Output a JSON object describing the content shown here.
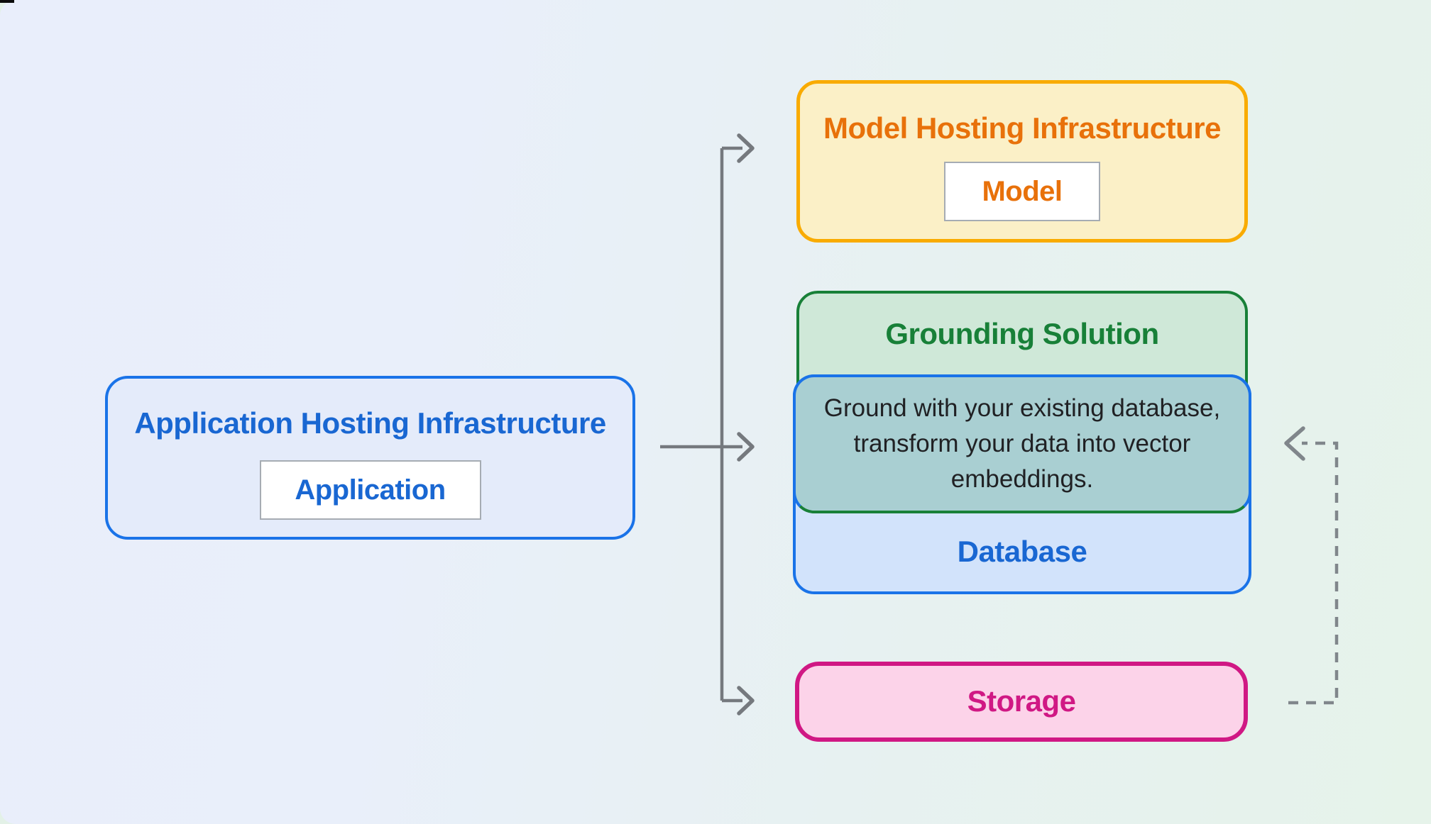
{
  "diagram": {
    "application_hosting": {
      "title": "Application Hosting Infrastructure",
      "chip": "Application"
    },
    "model_hosting": {
      "title": "Model Hosting Infrastructure",
      "chip": "Model"
    },
    "grounding": {
      "title": "Grounding Solution",
      "description_lines": [
        "Ground with your existing database,",
        "transform your data into vector",
        "embeddings."
      ]
    },
    "database": {
      "label": "Database"
    },
    "storage": {
      "label": "Storage"
    },
    "colors": {
      "background_left": "#e9eefb",
      "background_right": "#e6f3ea",
      "blue_accent": "#1a73e8",
      "blue_text": "#1967d2",
      "yellow_border": "#f9ab00",
      "orange_text": "#e8710a",
      "green_accent": "#188038",
      "green_fill": "#cfe8d8",
      "teal_fill": "#a9cfd2",
      "blue_fill": "#d2e3fb",
      "yellow_fill": "#fbf0c7",
      "pink_fill": "#fcd3e9",
      "magenta_accent": "#d01884",
      "arrow_gray": "#75797e",
      "dashed_gray": "#80868b",
      "description_text": "#202124"
    }
  }
}
